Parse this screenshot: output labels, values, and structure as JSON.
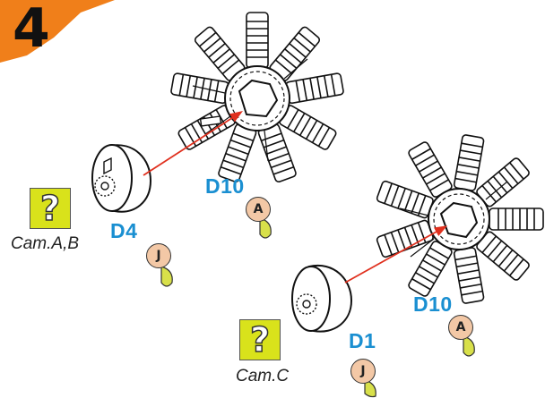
{
  "step": {
    "number": "4",
    "badge_color": "#f07f1a"
  },
  "labels": {
    "d10_top": "D10",
    "d4": "D4",
    "d10_bottom": "D10",
    "d1": "D1"
  },
  "help": [
    {
      "symbol": "?",
      "caption": "Cam.A,B"
    },
    {
      "symbol": "?",
      "caption": "Cam.C"
    }
  ],
  "color_tags": [
    {
      "letter": "A",
      "fill": "#f3c8a6"
    },
    {
      "letter": "J",
      "fill": "#f3c8a6"
    },
    {
      "letter": "A",
      "fill": "#f3c8a6"
    },
    {
      "letter": "J",
      "fill": "#f3c8a6"
    }
  ],
  "colors": {
    "label_blue": "#1a8fd1",
    "arrow_red": "#e0301e",
    "help_yellow": "#d9e21b",
    "drop_yellow": "#d8e04a"
  }
}
